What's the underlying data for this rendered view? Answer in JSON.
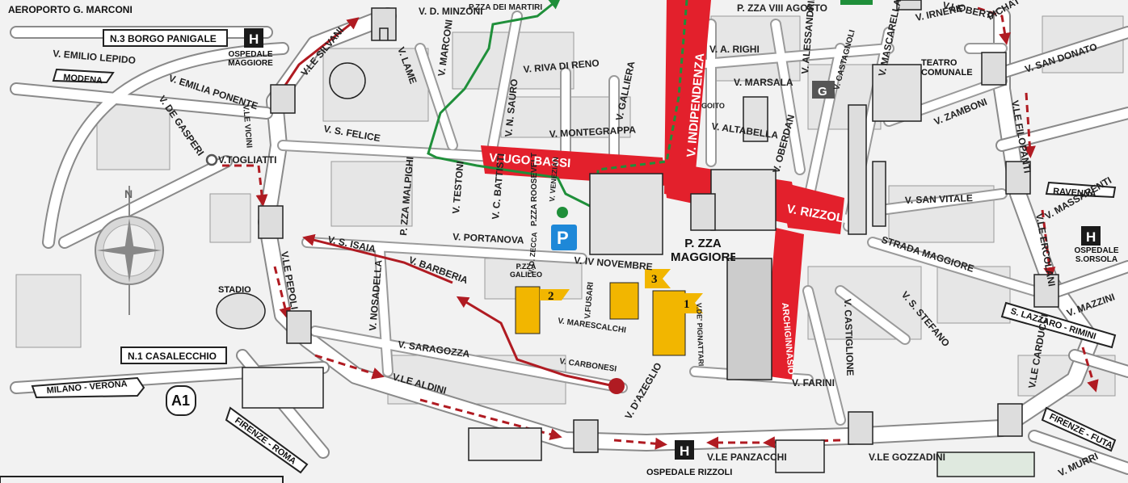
{
  "colors": {
    "pedestrian": "#e3202c",
    "green_route": "#1f8f3a",
    "red_route": "#b01b22",
    "gold": "#f2b600",
    "road": "#ffffff",
    "road_edge": "#8a8a8a",
    "block": "#ededed",
    "park": "#dcdcdc",
    "hospital": "#1a1a1a",
    "parking": "#1e88d8"
  },
  "top_labels": {
    "airport": "AEROPORTO G. MARCONI"
  },
  "signs": {
    "borgo": "N.3  BORGO PANIGALE",
    "casalecchio": "N.1  CASALECCHIO",
    "modena": "MODENA",
    "milano": "MILANO - VERONA",
    "firenze_roma": "FIRENZE - ROMA",
    "ravenna": "RAVENNA",
    "lazzaro": "S. LAZZARO - RIMINI",
    "futa": "FIRENZE - FUTA",
    "a1": "A1"
  },
  "hospitals": {
    "maggiore": "OSPEDALE MAGGIORE",
    "orsola": "OSPEDALE S.ORSOLA",
    "rizzoli": "OSPEDALE RIZZOLI",
    "h": "H"
  },
  "landmarks": {
    "stadio": "STADIO",
    "teatro": "TEATRO COMUNALE",
    "pzza_maggiore": "P. ZZA MAGGIORE",
    "pzza_galileo": "P.ZZA GALILEO",
    "pzza_roosevelt": "P.ZZA ROOSEVELT"
  },
  "streets": {
    "emilio_lepido": "V. EMILIO LEPIDO",
    "emilia_ponente": "V. EMILIA PONENTE",
    "de_gasperi": "V. DE GASPERI",
    "togliatti": "V.TOGLIATTI",
    "silvani": "V.LE SILVANI",
    "vicini": "V.LE VICINI",
    "pepoli": "V.LE PEPOLI",
    "s_felice": "V. S. FELICE",
    "lame": "V. LAME",
    "marconi": "V. MARCONI",
    "minzoni": "V. D. MINZONI",
    "pzza_martiri": "P.ZZA DEI MARTIRI",
    "riva_reno": "V. RIVA DI RENO",
    "sauro": "V. N. SAURO",
    "galliera": "V. GALLIERA",
    "montegrappa": "V. MONTEGRAPPA",
    "ugo_bassi": "V. UGO BASSI",
    "indipendenza": "V. INDIPENDENZA",
    "rizzoli": "V. RIZZOLI",
    "pzza_viii": "P. ZZA VIII AGOSTO",
    "a_righi": "V. A. RIGHI",
    "marsala": "V. MARSALA",
    "goito": "GOITO",
    "altabella": "V. ALTABELLA",
    "oberdan": "V. OBERDAN",
    "alessandrini": "V. ALESSANDRINI",
    "castagnoli": "V. CASTAGNOLI",
    "mascarella": "V. MASCARELLA",
    "irnerio": "V. IRNERIO",
    "zamboni": "V. ZAMBONI",
    "le_berti": "V.LE BERTI",
    "pichat": "PICHAT",
    "san_donato": "V. SAN DONATO",
    "filopanti": "V.LE FILOPANTI",
    "san_vitale": "V. SAN VITALE",
    "strada_maggiore": "STRADA MAGGIORE",
    "massarenti": "V. MASSARENTI",
    "ercolani": "V.LE ERCOLANI",
    "mazzini": "V. MAZZINI",
    "carducci": "V.LE CARDUCCI",
    "murri": "V. MURRI",
    "s_stefano": "V. S. STEFANO",
    "castiglione": "V. CASTIGLIONE",
    "farini": "V. FARINI",
    "archiginnasio": "ARCHIGINNASIO",
    "pignattari": "V.DE' PIGNATTARI",
    "iv_novembre": "V. IV NOVEMBRE",
    "fusari": "V.FUSARI",
    "marescalchi": "V. MARESCALCHI",
    "carbonesi": "V. CARBONESI",
    "dazeglio": "V. D'AZEGLIO",
    "saragozza": "V. SARAGOZZA",
    "aldini": "V.LE ALDINI",
    "nosadella": "V. NOSADELLA",
    "s_isaia": "V. S. ISAIA",
    "barberia": "V. BARBERIA",
    "portanova": "V. PORTANOVA",
    "malpighi": "P. ZZA MALPIGHI",
    "testoni": "V. TESTONI",
    "battisti": "V. C. BATTISTI",
    "zecca": "V. D. ZECCA",
    "venezian": "V. VENEZIAN",
    "gozzadini": "V.LE GOZZADINI",
    "panzacchi": "V.LE PANZACCHI"
  },
  "markers": {
    "one": "1",
    "two": "2",
    "three": "3",
    "parking": "P",
    "g": "G",
    "compass_n": "N"
  }
}
